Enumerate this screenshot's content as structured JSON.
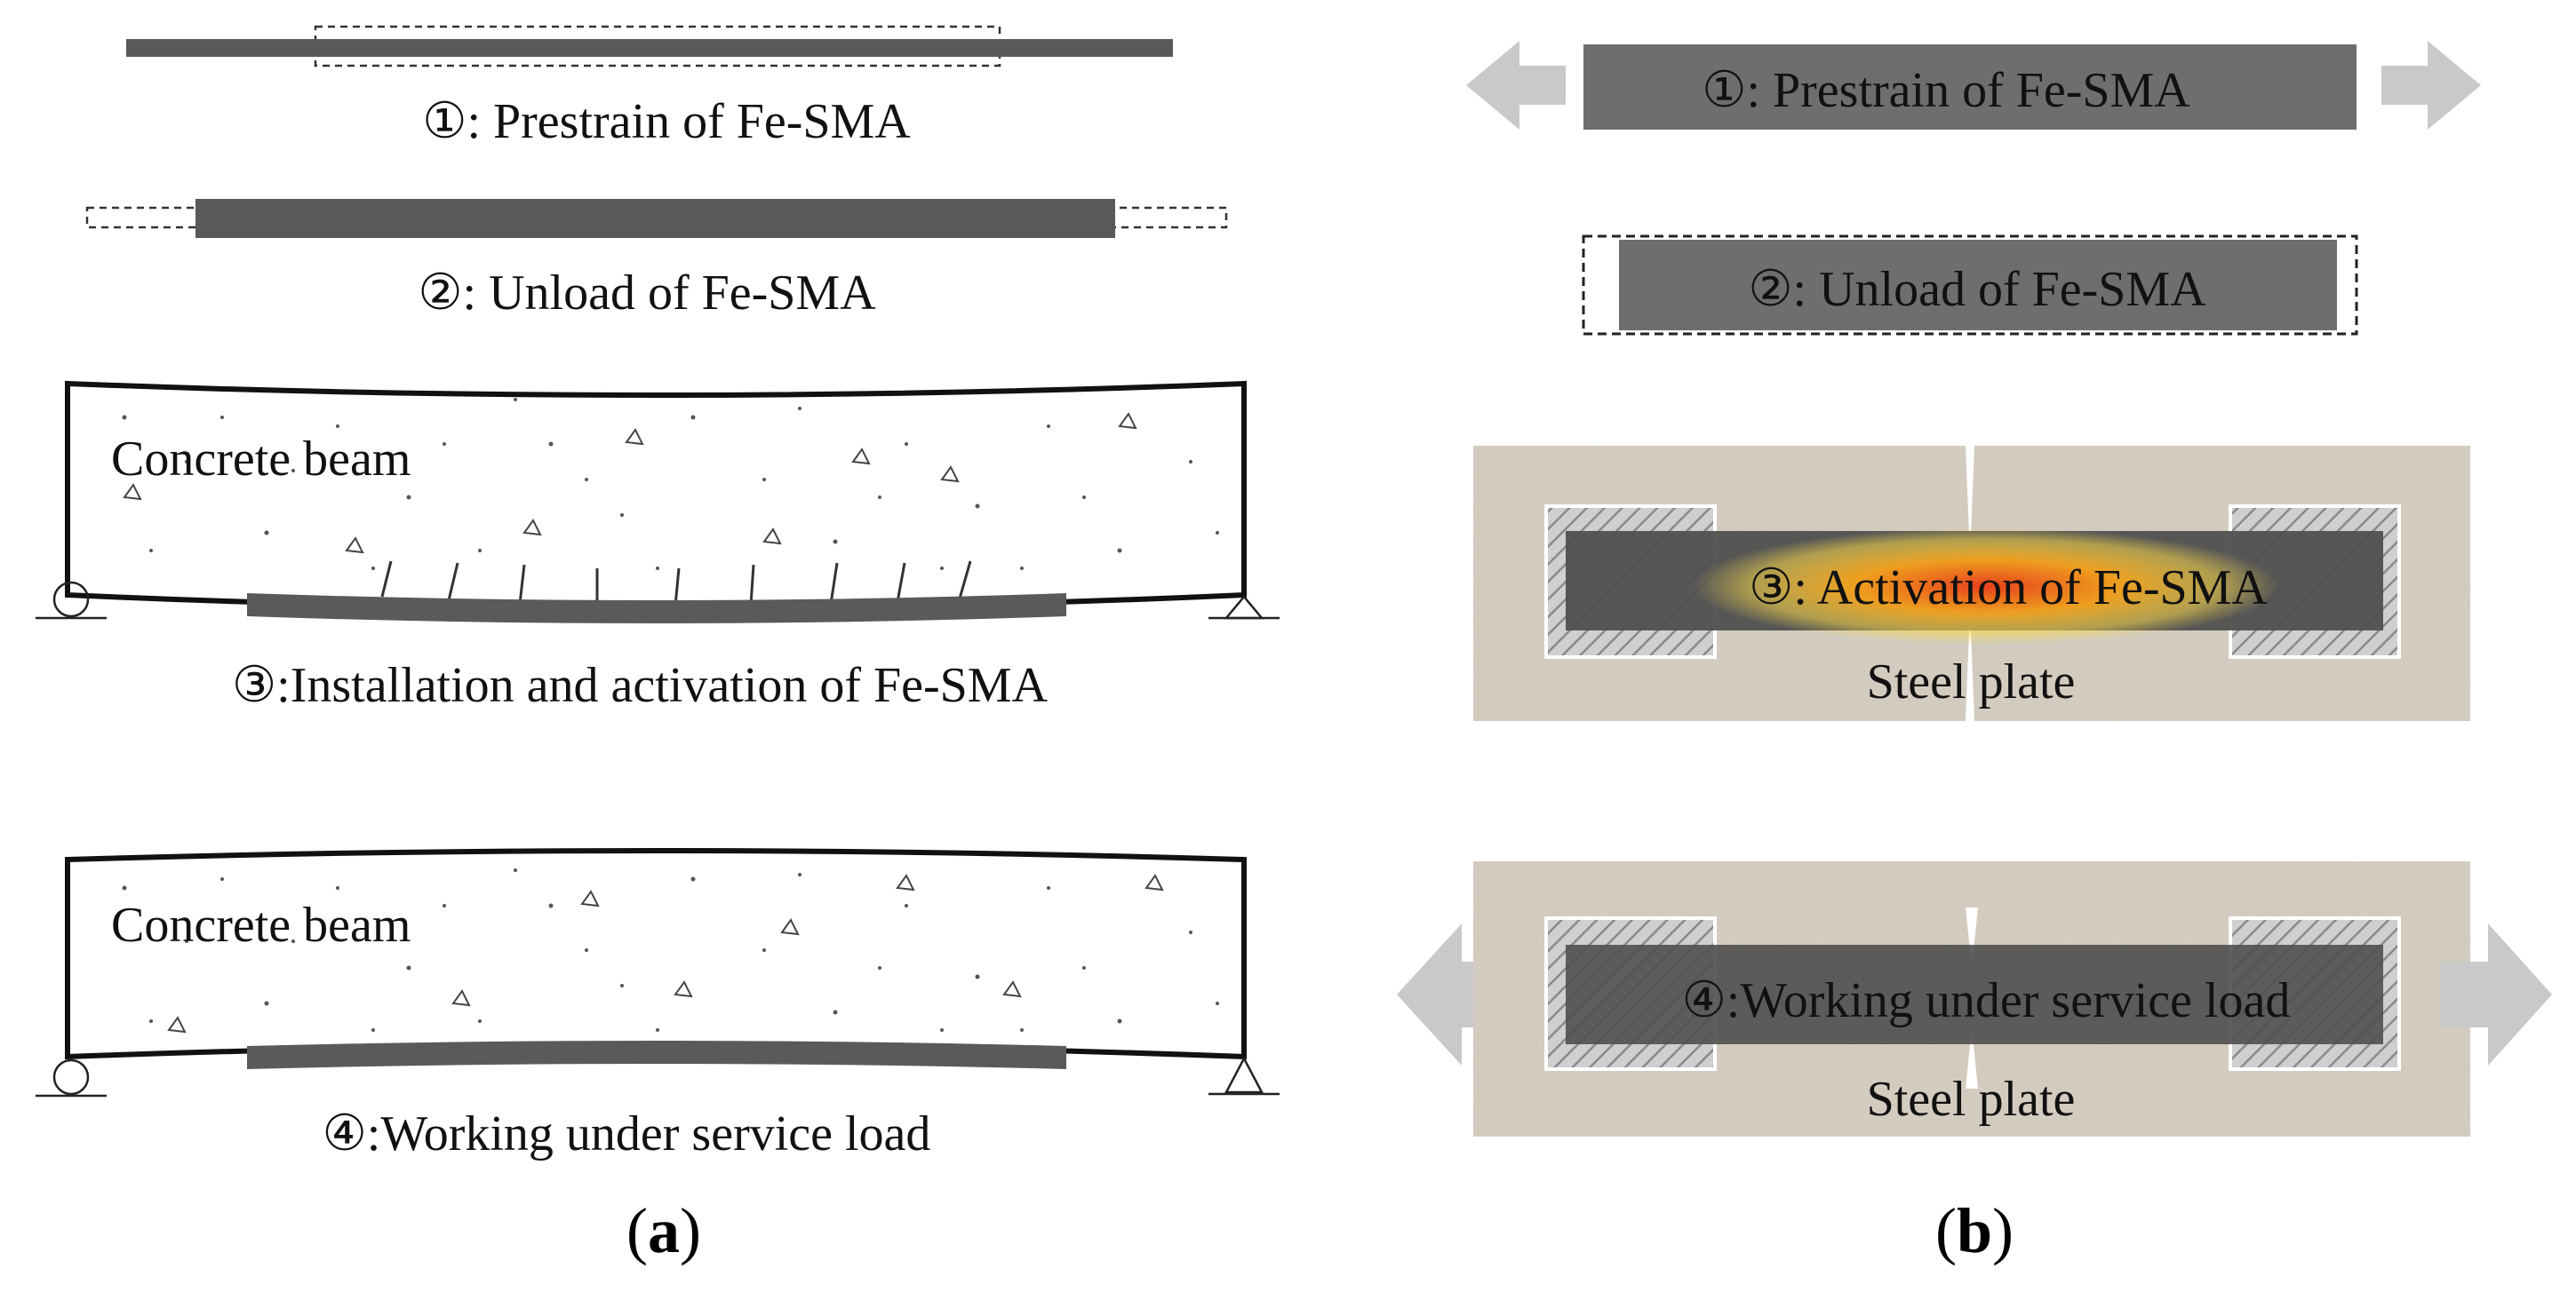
{
  "panel_a": {
    "step1": "①: Prestrain of Fe-SMA",
    "step2": "②: Unload of Fe-SMA",
    "beam1_label": "Concrete beam",
    "step3": "③:Installation and activation of Fe-SMA",
    "beam2_label": "Concrete beam",
    "step4": "④:Working under service load",
    "label_open": "(",
    "label_letter": "a",
    "label_close": ")"
  },
  "panel_b": {
    "step1": "①: Prestrain of Fe-SMA",
    "step2": "②: Unload of Fe-SMA",
    "step3": "③: Activation of Fe-SMA",
    "plate3": "Steel plate",
    "step4": "④:Working under service load",
    "plate4": "Steel plate",
    "label_open": "(",
    "label_letter": "b",
    "label_close": ")"
  },
  "colors": {
    "sma_dark": "#595959",
    "sma_box": "#6e6e6e",
    "plate_bg": "#d5cdbf",
    "arrow": "#c9c9c9",
    "heat_core": "#e8401c",
    "heat_mid": "#f6a21c"
  }
}
